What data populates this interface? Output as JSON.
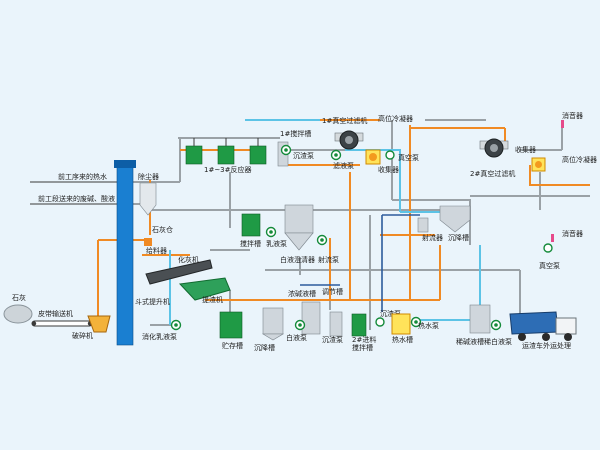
{
  "labels": {
    "reactor": "1#~3#反应器",
    "stirTank1": "1#搅拌槽",
    "settlePump1": "沉渣泵",
    "vacFilter1": "1#真空过滤机",
    "highCondenser1": "高位冷凝器",
    "filtratePump": "滤液泵",
    "collector1": "收集器",
    "vacPump1": "真空泵",
    "vacFilter2": "2#真空过滤机",
    "collector2": "收集器",
    "muffler1": "消音器",
    "highCondenser2": "高位冷凝器",
    "muffler2": "消音器",
    "vacPump2": "真空泵",
    "hotWater": "前工序来的热水",
    "wasteAcid": "前工段送来的废碱、酸液",
    "dustCollector": "除尘器",
    "limeBin": "石灰仓",
    "feeder": "给料器",
    "slaker": "化灰机",
    "stirTank": "搅拌槽",
    "milkPump": "乳液泵",
    "clarifier": "白液澄清器",
    "jetPump": "射流泵",
    "jetter": "射流器",
    "settleTank1": "沉降槽",
    "limestone": "石灰",
    "belt": "皮带输送机",
    "crusher": "破碎机",
    "elevator": "斗式提升机",
    "slagExtractor": "提渣机",
    "milkPump2": "消化乳液泵",
    "storageTank": "贮存槽",
    "settleTank2": "沉降槽",
    "thickTank": "浓碱液槽",
    "whitePump": "白液泵",
    "adjustTank": "调节槽",
    "slagPump2": "沉渣泵",
    "stirTank2": "2#进料\n搅拌槽",
    "slagPump3": "沉渣泵",
    "hotWaterTank": "热水槽",
    "hotWaterPump": "热水泵",
    "dilutedTank": "稀碱液槽",
    "dilutedPump": "稀白液泵",
    "truck": "运渣车外运处理"
  }
}
